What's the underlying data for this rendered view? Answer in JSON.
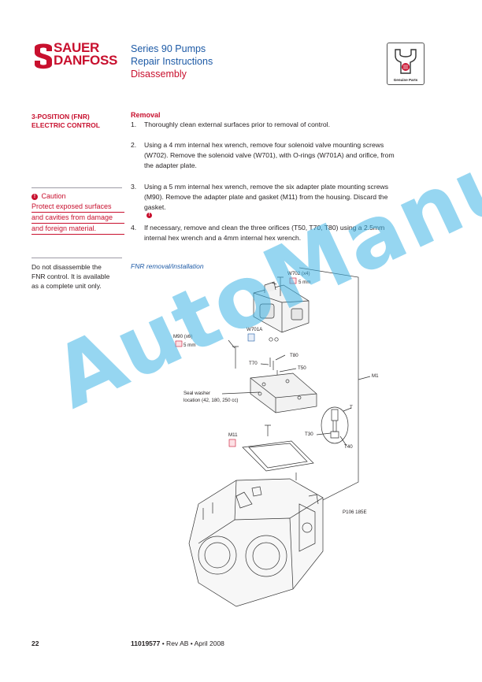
{
  "brand": {
    "line1": "SAUER",
    "line2": "DANFOSS",
    "badge_label": "Genuine Parts"
  },
  "header": {
    "series": "Series 90 Pumps",
    "doc_type": "Repair Instructions",
    "section": "Disassembly"
  },
  "sidebar": {
    "section_title": [
      "3-POSITION (FNR)",
      "ELECTRIC CONTROL"
    ],
    "caution_icon": "!",
    "caution_title": "Caution",
    "caution_lines": [
      "Protect exposed surfaces",
      "and cavities from damage",
      "and foreign material."
    ],
    "note_lines": [
      "Do not disassemble the",
      "FNR control. It is available",
      "as a complete unit only."
    ]
  },
  "removal": {
    "heading": "Removal",
    "steps": [
      {
        "num": "1.",
        "lines": [
          "Thoroughly clean external surfaces prior to removal of control."
        ]
      },
      {
        "num": "2.",
        "lines": [
          "Using a 4 mm internal hex wrench, remove four solenoid valve mounting screws",
          "(W702). Remove the solenoid valve (W701), with O-rings (W701A) and orifice, from",
          "the adapter plate."
        ]
      },
      {
        "num": "3.",
        "lines": [
          "Using a 5 mm internal hex wrench, remove the six adapter plate mounting screws",
          "(M90). Remove the adapter plate and gasket (M11) from the housing. Discard the",
          "gasket."
        ]
      },
      {
        "num": "4.",
        "lines": [
          "If necessary, remove and clean the three orifices (T50, T70, T80) using a 2.5mm",
          "internal hex wrench and a 4mm internal hex wrench."
        ]
      }
    ]
  },
  "figure": {
    "caption": "FNR removal/installation",
    "labels": {
      "w702": "W702 (x4)",
      "w702_tool": "5 mm",
      "w701a": "W701A",
      "m90": "M90 (x6)",
      "m90_tool": "5 mm",
      "t70": "T70",
      "t80": "T80",
      "t50": "T50",
      "m1": "M1",
      "seal1": "Seal washer",
      "seal2": "location (42, 180, 250 cc)",
      "t": "T",
      "t30": "T30",
      "t40": "T40",
      "m11": "M11",
      "fig_id": "P106 185E"
    }
  },
  "watermark": "AutoManual",
  "footer": {
    "page": "22",
    "doc_number": "11019577",
    "rev": " • Rev AB • April 2008"
  },
  "colors": {
    "brand_red": "#c8102e",
    "header_blue": "#1d5aa6",
    "watermark": "#40b4e6"
  }
}
